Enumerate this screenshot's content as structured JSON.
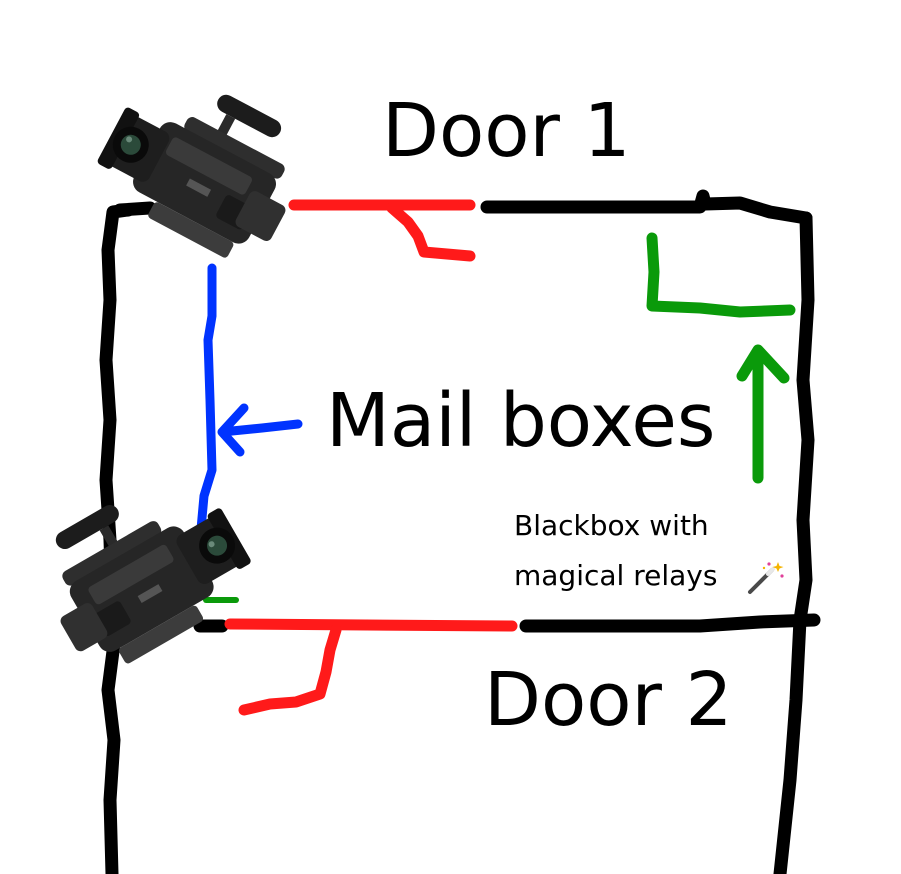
{
  "labels": {
    "door1": "Door 1",
    "door2": "Door 2",
    "mailboxes": "Mail boxes",
    "blackbox_line1": "Blackbox with",
    "blackbox_line2": "magical relays"
  },
  "icons": [
    "video-camera-icon",
    "video-camera-icon",
    "magic-wand-icon"
  ],
  "colors": {
    "wall": "#000000",
    "door": "#ff0000",
    "mailboxes": "#0033ff",
    "blackbox": "#009900",
    "background": "#ffffff"
  }
}
